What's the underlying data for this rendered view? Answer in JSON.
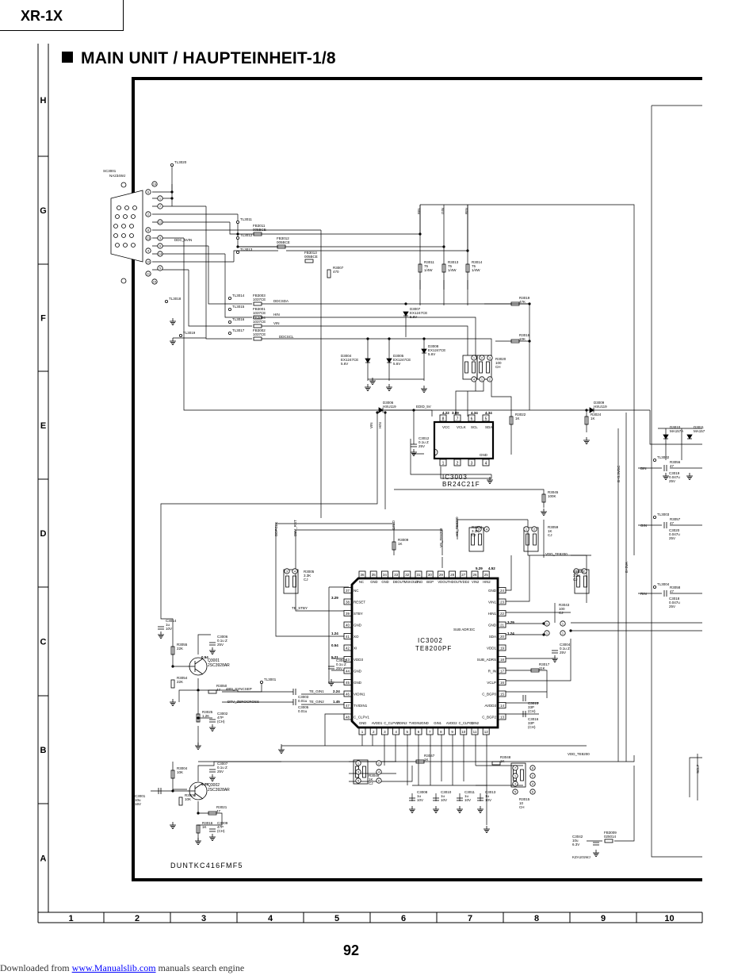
{
  "header": {
    "model": "XR-1X",
    "title": "MAIN UNIT / HAUPTEINHEIT-1/8"
  },
  "grid": {
    "rows": [
      "H",
      "G",
      "F",
      "E",
      "D",
      "C",
      "B",
      "A"
    ],
    "cols": [
      "1",
      "2",
      "3",
      "4",
      "5",
      "6",
      "7",
      "8",
      "9",
      "10"
    ]
  },
  "schematic": {
    "connector": {
      "ref": "SC3001",
      "part": "NA234WJ"
    },
    "ic_eeprom": {
      "ref": "IC3003",
      "part": "BR24C21F",
      "pins_top": [
        "VCC",
        "VCLK",
        "SCL",
        "SDA"
      ],
      "pin_bottom": "GND"
    },
    "ic_main": {
      "ref": "IC3002",
      "part": "TE8200PF"
    },
    "ic_main_left_pins": [
      "NC",
      "RESET",
      "STBY",
      "GND",
      "XO",
      "XI",
      "VDD3",
      "GND",
      "GND",
      "VIDIN1",
      "TVIDIN1",
      "C_CLPV1"
    ],
    "ic_main_right_pins": [
      "GND",
      "VIN1",
      "HIN1",
      "GND",
      "SDA",
      "VDD1",
      "SUB_ADRS",
      "R_IN",
      "VCLP",
      "C_BGP0",
      "AVDD3",
      "C_BGP2"
    ],
    "ic_main_top_pins": [
      "NC",
      "GND",
      "GND",
      "DEOUT",
      "MSKOUT",
      "GND",
      "BGP",
      "VDOUT",
      "HDOUT",
      "VDD2",
      "VIN2",
      "HIN2"
    ],
    "ic_main_bottom_pins": [
      "GND",
      "AVDD1",
      "C_CLPV2",
      "VIDIN2",
      "TVIDIN2",
      "GND",
      "GIN1",
      "AVDD2",
      "C_CLPG2",
      "GIN2"
    ],
    "ic_main_sub_label": "SUB ADR:EC",
    "transistors": [
      {
        "ref": "Q3001",
        "part": "2SC3928AR"
      },
      {
        "ref": "Q3002",
        "part": "2SC3928AR"
      }
    ],
    "test_points": [
      "TL3020",
      "TL3011",
      "TL3012",
      "TL3013",
      "TL3014",
      "TL3015",
      "TL3016",
      "TL3017",
      "TL3018",
      "TL3019",
      "TL3001",
      "TL3002",
      "TL3003",
      "TL3004"
    ],
    "ferrite_beads": [
      {
        "ref": "FB3011",
        "part": "005BCE"
      },
      {
        "ref": "FB3012",
        "part": "005BCE"
      },
      {
        "ref": "FB3013",
        "part": "005BCE"
      },
      {
        "ref": "FB3003",
        "part": "1037CE"
      },
      {
        "ref": "FB3001",
        "part": "1037CE"
      },
      {
        "ref": "FB3004",
        "part": "1037CE"
      },
      {
        "ref": "FB3002",
        "part": "1037CE"
      },
      {
        "ref": "FB3009",
        "part": "025014"
      }
    ],
    "diodes": [
      {
        "ref": "D3007",
        "part": "EX1247CE",
        "value": "5.6V"
      },
      {
        "ref": "D3004",
        "part": "EX1247CE",
        "value": "5.6V"
      },
      {
        "ref": "D3005",
        "part": "EX1247CE",
        "value": "5.6V"
      },
      {
        "ref": "D3008",
        "part": "EX1247CE",
        "value": "5.6V"
      },
      {
        "ref": "D3006",
        "part": "HSU119"
      },
      {
        "ref": "D3009",
        "part": "HSU119"
      },
      {
        "ref": "D3010",
        "part": "MA157A"
      },
      {
        "ref": "D3011",
        "part": "MA157"
      }
    ],
    "resistors": [
      {
        "ref": "R3011",
        "value": "75",
        "extra": "1/4W"
      },
      {
        "ref": "R3013",
        "value": "75",
        "extra": "1/4W"
      },
      {
        "ref": "R3014",
        "value": "75",
        "extra": "1/4W"
      },
      {
        "ref": "R3007",
        "value": "470"
      },
      {
        "ref": "R3019",
        "value": "47K"
      },
      {
        "ref": "R3018",
        "value": "10K"
      },
      {
        "ref": "R3020",
        "value": "100",
        "extra": "CH"
      },
      {
        "ref": "R3022",
        "value": "1K"
      },
      {
        "ref": "R3024",
        "value": "1K"
      },
      {
        "ref": "R3056",
        "value": "47"
      },
      {
        "ref": "R3057",
        "value": "47"
      },
      {
        "ref": "R3058",
        "value": "47"
      },
      {
        "ref": "R3045",
        "value": "100K"
      },
      {
        "ref": "R3059",
        "value": "1K",
        "extra": "CJ"
      },
      {
        "ref": "R3002",
        "value": "3.3K",
        "extra": "CJ"
      },
      {
        "ref": "R3005",
        "value": "3.3K",
        "extra": "CJ"
      },
      {
        "ref": "R3023",
        "value": "3.3K",
        "extra": "CJ"
      },
      {
        "ref": "R3043",
        "value": "100",
        "extra": "CJ"
      },
      {
        "ref": "R3009",
        "value": "1K"
      },
      {
        "ref": "R3017",
        "value": "11K"
      },
      {
        "ref": "R3055",
        "value": "22K"
      },
      {
        "ref": "R3054",
        "value": "22K"
      },
      {
        "ref": "R3050",
        "value": "47"
      },
      {
        "ref": "R3025",
        "value": "1.2K"
      },
      {
        "ref": "R3004",
        "value": "10K"
      },
      {
        "ref": "R3006",
        "value": "10K"
      },
      {
        "ref": "R3021",
        "value": "47"
      },
      {
        "ref": "R3016",
        "value": "1K"
      },
      {
        "ref": "R3047",
        "value": "1K"
      },
      {
        "ref": "R3046",
        "value": "1K",
        "extra": "CJ"
      },
      {
        "ref": "R3048",
        "value": "1K"
      },
      {
        "ref": "R3015",
        "value": "10",
        "extra": "CH"
      }
    ],
    "capacitors": [
      {
        "ref": "C3012",
        "value": "0.1u Z",
        "extra": "25V"
      },
      {
        "ref": "C3019",
        "value": "0.047u",
        "extra": "25V"
      },
      {
        "ref": "C3020",
        "value": "0.047u",
        "extra": "25V"
      },
      {
        "ref": "C3018",
        "value": "0.047u",
        "extra": "25V"
      },
      {
        "ref": "C3014",
        "value": "1u",
        "extra": "10V"
      },
      {
        "ref": "C3006",
        "value": "0.1u Z",
        "extra": "25V"
      },
      {
        "ref": "C3043",
        "value": "0.1u Z",
        "extra": "25V"
      },
      {
        "ref": "C3003",
        "value": "0.01u"
      },
      {
        "ref": "C3005",
        "value": "0.01u"
      },
      {
        "ref": "C3002",
        "value": "47P",
        "extra": "(CH)"
      },
      {
        "ref": "C3004",
        "value": "0.1u Z",
        "extra": "25V"
      },
      {
        "ref": "C3015",
        "value": "33P",
        "extra": "(CH)"
      },
      {
        "ref": "C3016",
        "value": "33P",
        "extra": "(CH)"
      },
      {
        "ref": "C3007",
        "value": "0.1u Z",
        "extra": "25V"
      },
      {
        "ref": "C3001",
        "value": "10u",
        "extra": "16V"
      },
      {
        "ref": "C3009",
        "value": "47P",
        "extra": "(CH)"
      },
      {
        "ref": "C3008",
        "value": "1u",
        "extra": "10V"
      },
      {
        "ref": "C3010",
        "value": "1u",
        "extra": "10V"
      },
      {
        "ref": "C3011",
        "value": "1u",
        "extra": "10V"
      },
      {
        "ref": "C3013",
        "value": "1u",
        "extra": "10V"
      },
      {
        "ref": "C3042",
        "value": "10u",
        "extra": "6.3V"
      }
    ],
    "misc_parts": [
      "KZA101WJ"
    ],
    "nets": [
      "DDC_5VIN",
      "DDCSDA",
      "HIN",
      "VIN",
      "DDCSCL",
      "EDID_5V",
      "DDPCLK",
      "DEV_RST",
      "GFLD",
      "VS_TE8200",
      "HS_TE8200",
      "VDD_TE8200",
      "TE_STBY",
      "480I_SYNCSEP",
      "DTV_ZEROCROSS",
      "TE_GIN1",
      "TE_GIN2",
      "B+5.3VDC",
      "B+5VA",
      "BIN",
      "GIN",
      "RIN",
      "SCL7"
    ],
    "voltages": [
      "4.22",
      "3.89",
      "4.34",
      "4.34",
      "3.29",
      "1.24",
      "0.54",
      "5.21",
      "2.24",
      "1.45",
      "5.29",
      "4.52",
      "3.29",
      "1.24",
      "0.54",
      "4.25"
    ],
    "board_code": "DUNTKC416FMF5"
  },
  "page": {
    "number": "92"
  },
  "footer": {
    "prefix": "Downloaded from",
    "link_text": "www.Manualslib.com",
    "suffix": "manuals search engine"
  },
  "colors": {
    "ink": "#000000",
    "link": "#0000ff"
  }
}
